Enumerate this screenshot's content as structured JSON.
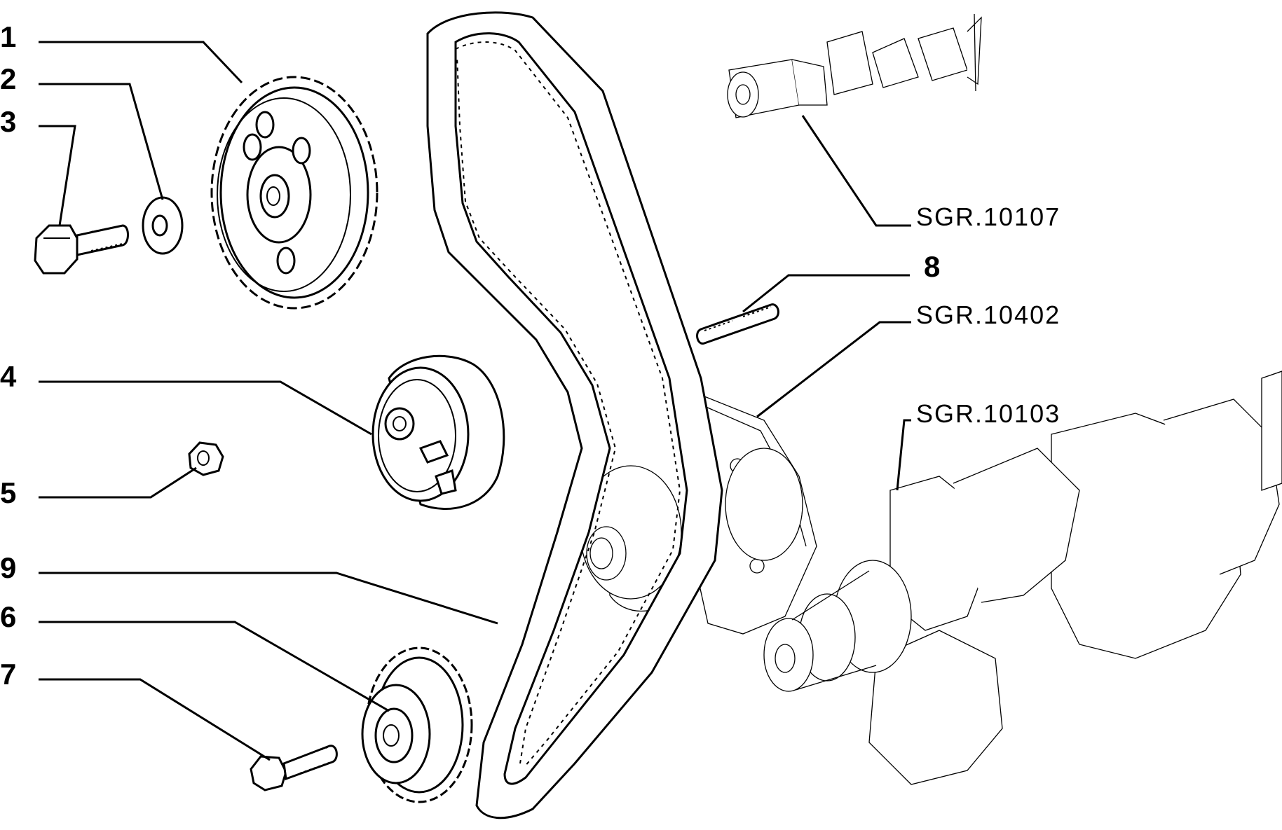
{
  "callouts": {
    "c1": "1",
    "c2": "2",
    "c3": "3",
    "c4": "4",
    "c5": "5",
    "c9": "9",
    "c6": "6",
    "c7": "7",
    "c8": "8"
  },
  "references": {
    "camshaft": "SGR.10107",
    "water_pump": "SGR.10402",
    "crankshaft": "SGR.10103"
  }
}
